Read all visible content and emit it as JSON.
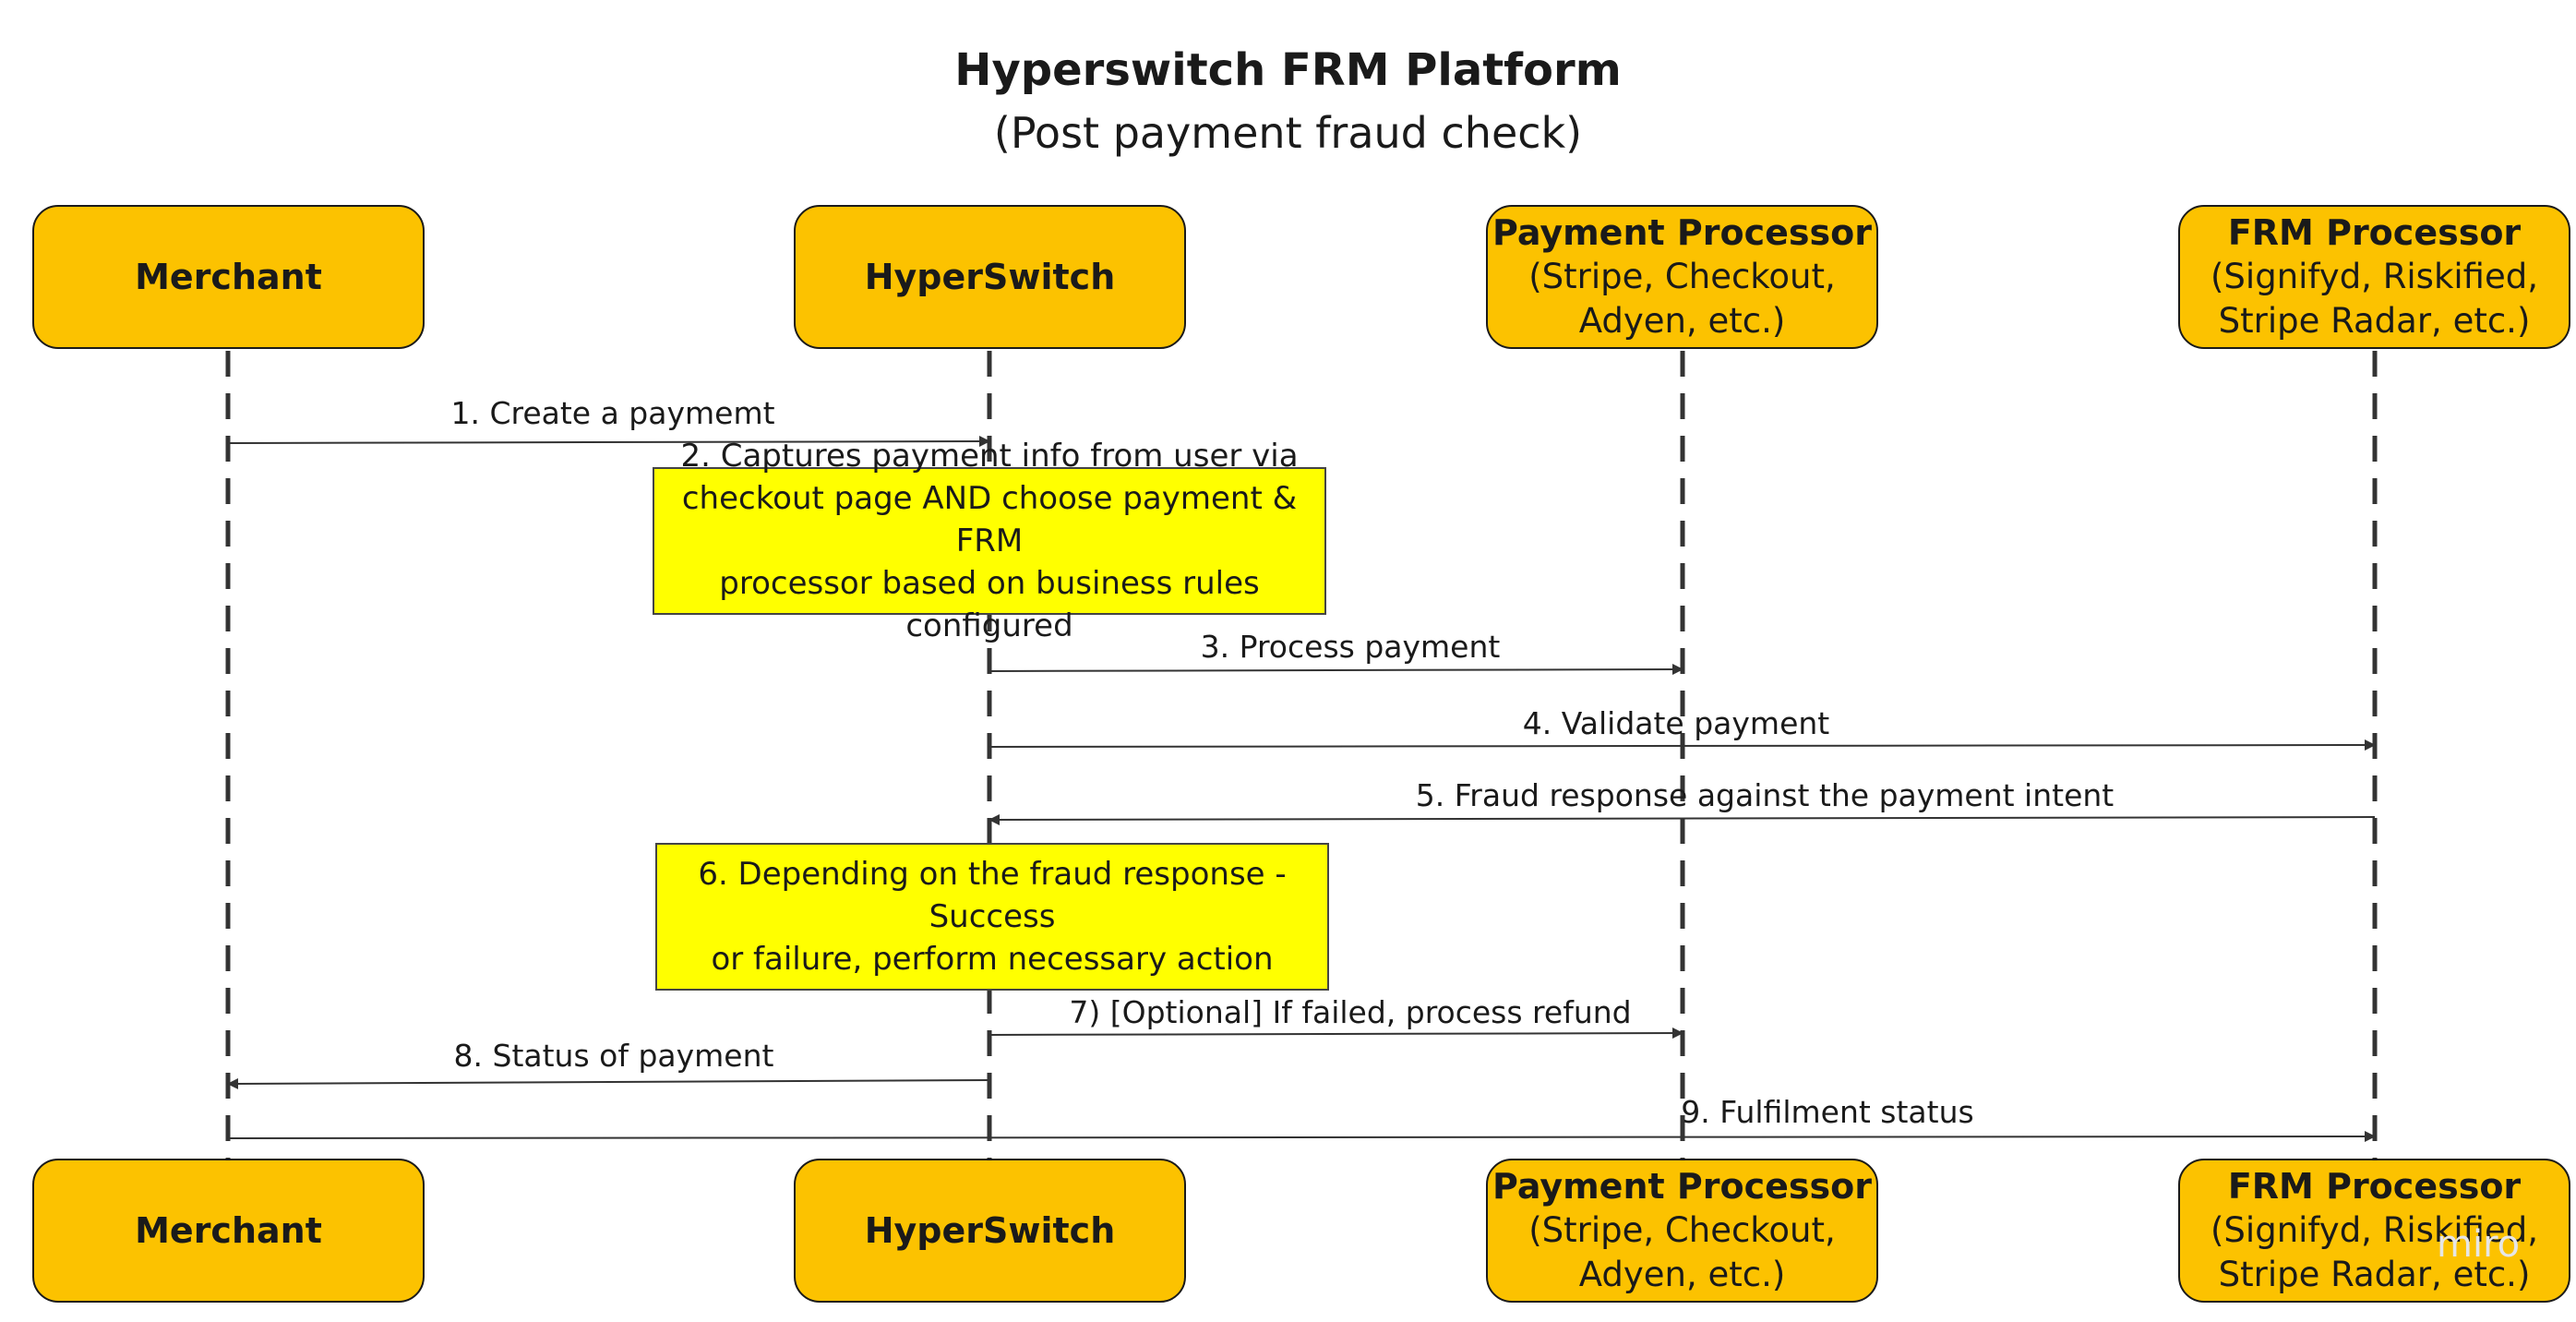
{
  "title": "Hyperswitch FRM Platform",
  "subtitle": "(Post payment fraud check)",
  "participants": [
    {
      "name": "Merchant",
      "desc": ""
    },
    {
      "name": "HyperSwitch",
      "desc": ""
    },
    {
      "name": "Payment Processor",
      "desc": "(Stripe, Checkout,\nAdyen, etc.)"
    },
    {
      "name": "FRM Processor",
      "desc": "(Signifyd, Riskified,\nStripe Radar, etc.)"
    }
  ],
  "messages": [
    {
      "label": "1. Create a paymemt",
      "from": 0,
      "to": 1
    },
    {
      "label": "3. Process payment",
      "from": 1,
      "to": 2
    },
    {
      "label": "4. Validate payment",
      "from": 1,
      "to": 3
    },
    {
      "label": "5. Fraud response against the payment intent",
      "from": 3,
      "to": 1
    },
    {
      "label": "7) [Optional] If failed, process refund",
      "from": 1,
      "to": 2
    },
    {
      "label": "8. Status of payment",
      "from": 1,
      "to": 0
    },
    {
      "label": "9. Fulfilment status",
      "from": 0,
      "to": 3
    }
  ],
  "notes": [
    {
      "text": "2. Captures payment info from user via\ncheckout page AND choose payment & FRM\nprocessor based on business rules configured"
    },
    {
      "text": "6. Depending on the fraud response - Success\nor failure, perform necessary action"
    }
  ],
  "watermark": "miro",
  "colors": {
    "actor_fill": "#fcc200",
    "note_fill": "#ffff00",
    "line": "#333333"
  }
}
